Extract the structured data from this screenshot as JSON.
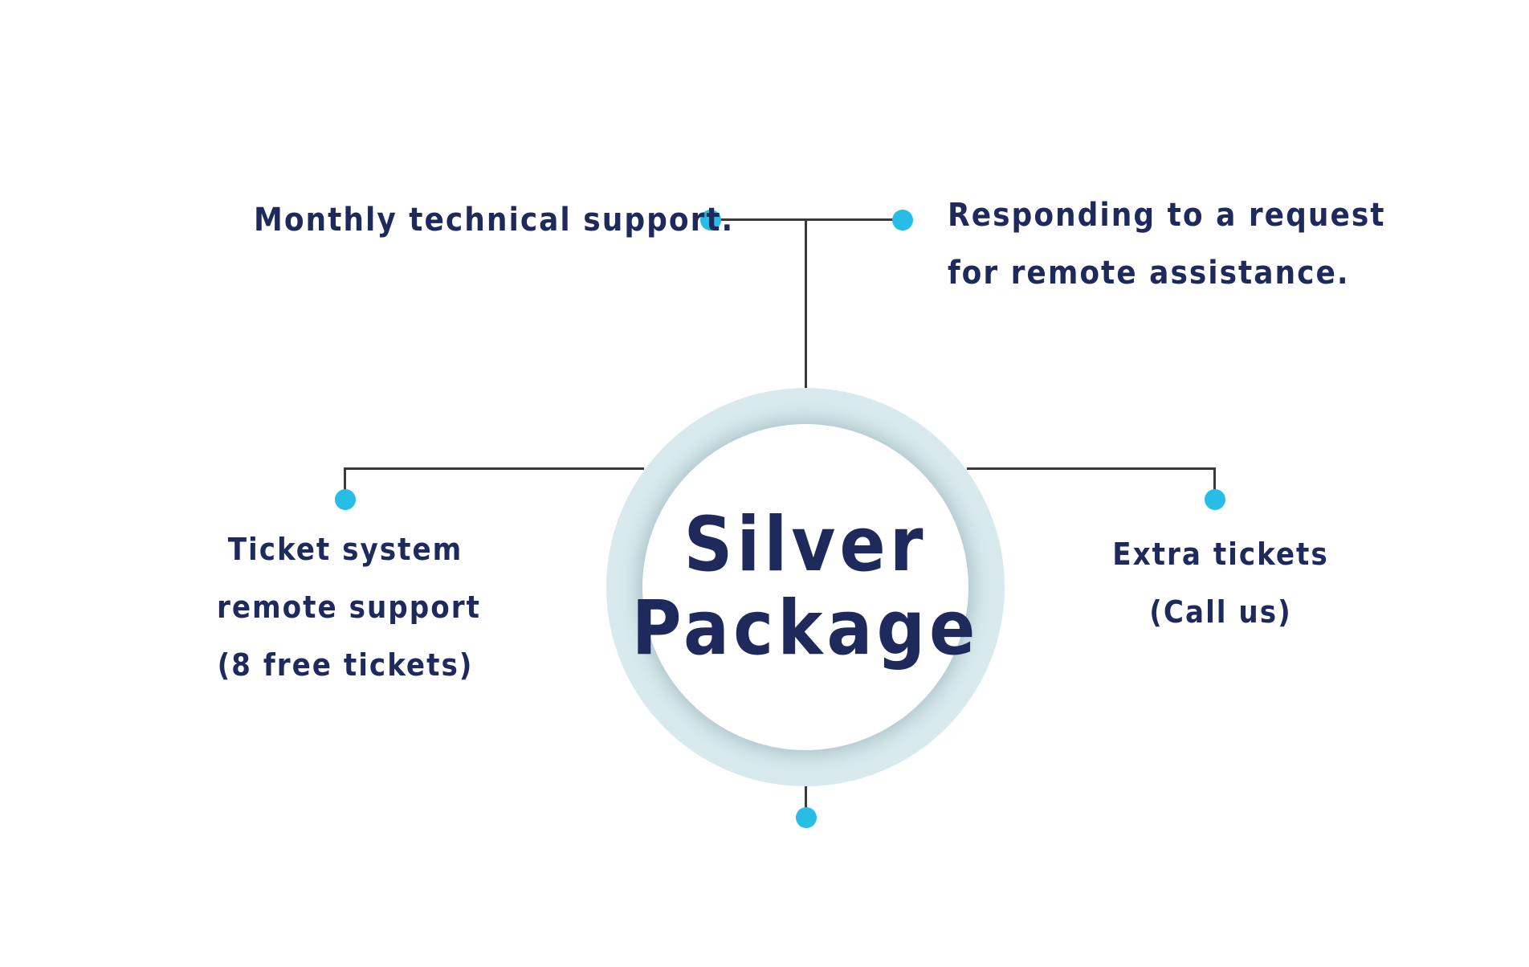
{
  "diagram": {
    "center": {
      "title_line1": "Silver",
      "title_line2": "Package"
    },
    "branches": {
      "top_left": {
        "lines": [
          "Monthly technical support."
        ]
      },
      "top_right": {
        "lines": [
          "Responding to a request",
          "for remote assistance."
        ]
      },
      "left": {
        "lines": [
          "Ticket system",
          "remote support",
          "(8 free tickets)"
        ]
      },
      "right": {
        "lines": [
          "Extra tickets",
          "(Call us)"
        ]
      }
    },
    "colors": {
      "text": "#1f2a5c",
      "dot": "#27bde6",
      "ring": "#d8eaee",
      "connector": "#3a3a3a"
    }
  }
}
